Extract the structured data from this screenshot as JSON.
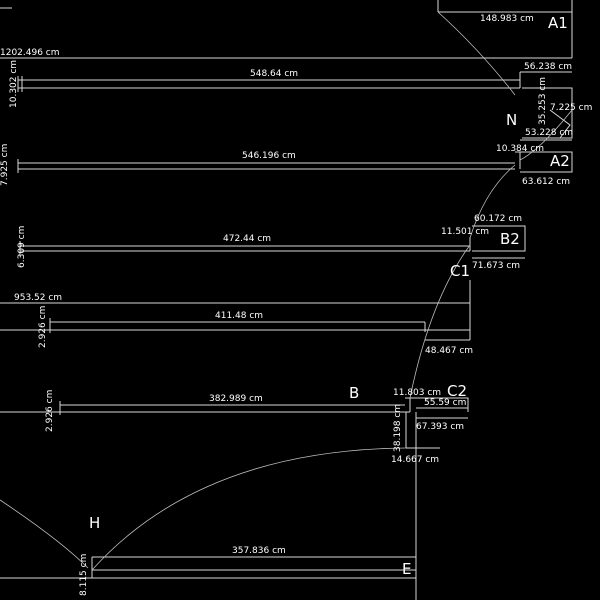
{
  "point_labels": {
    "A1": "A1",
    "N": "N",
    "A2": "A2",
    "B2": "B2",
    "C1": "C1",
    "B": "B",
    "C2": "C2",
    "H": "H",
    "E": "E"
  },
  "dimensions": {
    "d_148_983": "148.983 cm",
    "d_1202_496": "1202.496 cm",
    "d_548_64": "548.64 cm",
    "d_56_238": "56.238 cm",
    "d_10_302": "10.302 cm",
    "d_35_253": "35.253 cm",
    "d_7_225": "7.225 cm",
    "d_53_228": "53.228 cm",
    "d_10_384": "10.384 cm",
    "d_546_196": "546.196 cm",
    "d_7_925": "7.925 cm",
    "d_63_612": "63.612 cm",
    "d_60_172": "60.172 cm",
    "d_11_501": "11.501 cm",
    "d_472_44": "472.44 cm",
    "d_6_309": "6.309 cm",
    "d_71_673": "71.673 cm",
    "d_953_52": "953.52 cm",
    "d_411_48": "411.48 cm",
    "d_2_926_a": "2.926 cm",
    "d_48_467": "48.467 cm",
    "d_11_803": "11.803 cm",
    "d_382_989": "382.989 cm",
    "d_55_59": "55.59 cm",
    "d_2_926_b": "2.926 cm",
    "d_67_393": "67.393 cm",
    "d_38_198": "38.198 cm",
    "d_14_667": "14.667 cm",
    "d_357_836": "357.836 cm",
    "d_8_115": "8.115 cm"
  }
}
